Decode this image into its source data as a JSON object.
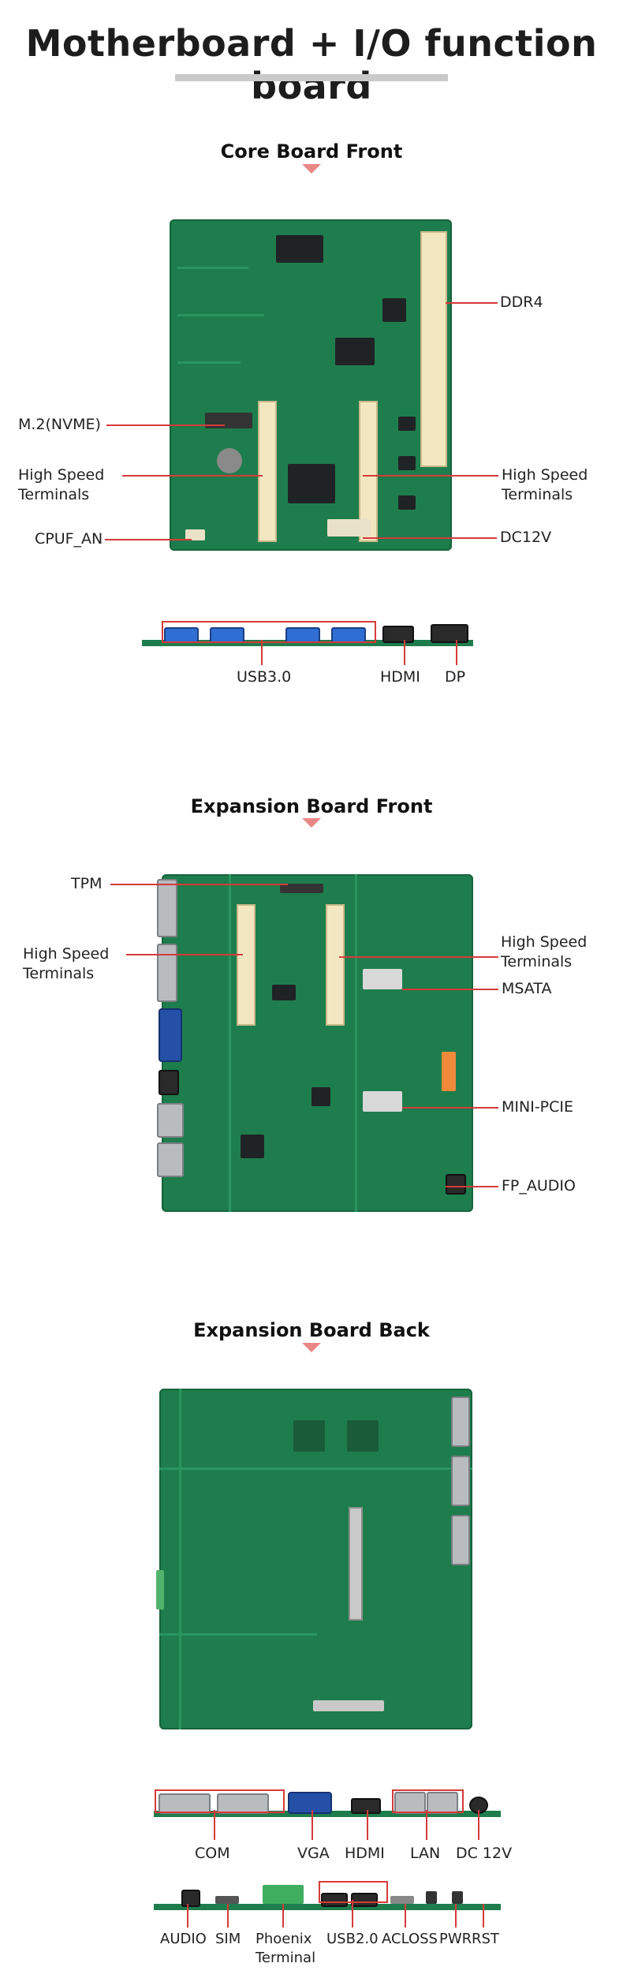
{
  "page": {
    "title": "Motherboard + I/O function board"
  },
  "core_front": {
    "heading": "Core Board Front",
    "labels": {
      "ddr4": "DDR4",
      "m2": "M.2(NVME)",
      "hs_left_1": "High Speed",
      "hs_left_2": "Terminals",
      "hs_right_1": "High Speed",
      "hs_right_2": "Terminals",
      "cpuf": "CPUF_AN",
      "dc12v": "DC12V"
    }
  },
  "core_io": {
    "labels": {
      "usb30": "USB3.0",
      "hdmi": "HDMI",
      "dp": "DP"
    }
  },
  "exp_front": {
    "heading": "Expansion Board Front",
    "labels": {
      "tpm": "TPM",
      "hs_left_1": "High Speed",
      "hs_left_2": "Terminals",
      "hs_right_1": "High Speed",
      "hs_right_2": "Terminals",
      "msata": "MSATA",
      "minipcie": "MINI-PCIE",
      "fpaudio": "FP_AUDIO"
    }
  },
  "exp_back": {
    "heading": "Expansion Board Back"
  },
  "exp_io_row1": {
    "labels": {
      "com": "COM",
      "vga": "VGA",
      "hdmi": "HDMI",
      "lan": "LAN",
      "dc12v": "DC 12V"
    }
  },
  "exp_io_row2": {
    "labels": {
      "audio": "AUDIO",
      "sim": "SIM",
      "phoenix_1": "Phoenix",
      "phoenix_2": "Terminal",
      "usb20": "USB2.0",
      "acloss": "ACLOSS",
      "pwr": "PWR",
      "rst": "RST"
    }
  },
  "colors": {
    "accent_line": "#d63a3a",
    "pointer_triangle": "#e98787",
    "pcb_green": "#1e7d4c"
  }
}
